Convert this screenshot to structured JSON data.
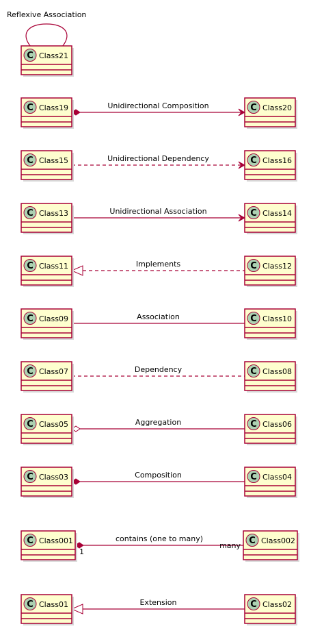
{
  "colors": {
    "class_fill": "#FEFECE",
    "class_border": "#A80036",
    "line": "#A80036",
    "circle_fill": "#ADD1B2",
    "shadow": "#d8d8d8"
  },
  "icon": "class-c-icon",
  "circle_letter": "C",
  "reflexive": {
    "label": "Reflexive Association",
    "class": "Class21"
  },
  "relations": [
    {
      "id": "unidirectional-composition",
      "left": "Class19",
      "right": "Class20",
      "label": "Unidirectional Composition",
      "line": "solid",
      "left_end": "diamond-filled",
      "right_end": "arrow"
    },
    {
      "id": "unidirectional-dependency",
      "left": "Class15",
      "right": "Class16",
      "label": "Unidirectional Dependency",
      "line": "dashed",
      "left_end": "none",
      "right_end": "arrow"
    },
    {
      "id": "unidirectional-association",
      "left": "Class13",
      "right": "Class14",
      "label": "Unidirectional Association",
      "line": "solid",
      "left_end": "none",
      "right_end": "arrow"
    },
    {
      "id": "implements",
      "left": "Class11",
      "right": "Class12",
      "label": "Implements",
      "line": "dashed",
      "left_end": "triangle-hollow",
      "right_end": "none"
    },
    {
      "id": "association",
      "left": "Class09",
      "right": "Class10",
      "label": "Association",
      "line": "solid",
      "left_end": "none",
      "right_end": "none"
    },
    {
      "id": "dependency",
      "left": "Class07",
      "right": "Class08",
      "label": "Dependency",
      "line": "dashed",
      "left_end": "none",
      "right_end": "none"
    },
    {
      "id": "aggregation",
      "left": "Class05",
      "right": "Class06",
      "label": "Aggregation",
      "line": "solid",
      "left_end": "diamond-hollow",
      "right_end": "none"
    },
    {
      "id": "composition",
      "left": "Class03",
      "right": "Class04",
      "label": "Composition",
      "line": "solid",
      "left_end": "diamond-filled",
      "right_end": "none"
    },
    {
      "id": "contains",
      "left": "Class001",
      "right": "Class002",
      "label": "contains (one to many)",
      "line": "solid",
      "left_end": "diamond-filled",
      "right_end": "none",
      "left_mult": "1",
      "right_mult": "many"
    },
    {
      "id": "extension",
      "left": "Class01",
      "right": "Class02",
      "label": "Extension",
      "line": "solid",
      "left_end": "triangle-hollow",
      "right_end": "none"
    }
  ]
}
